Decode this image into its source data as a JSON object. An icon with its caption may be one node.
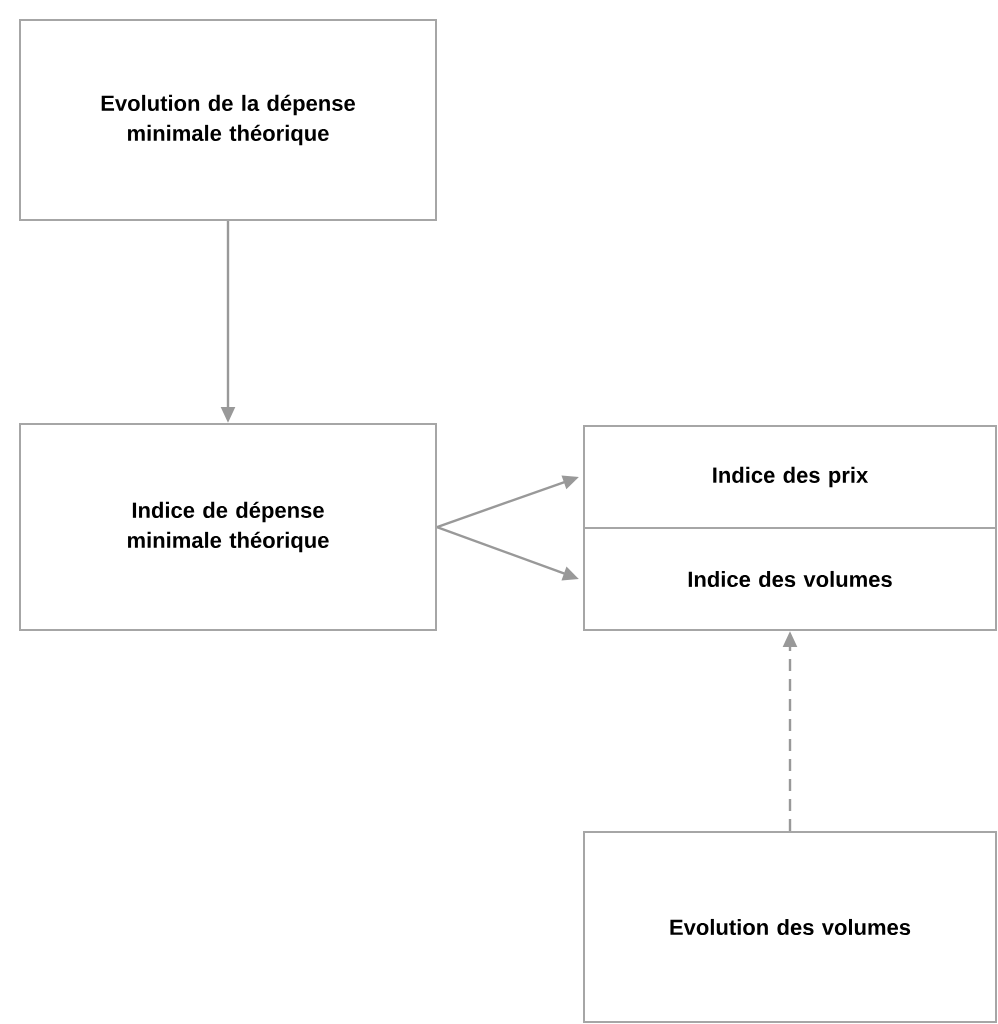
{
  "diagram": {
    "nodes": [
      {
        "text": [
          "Evolution de la dépense minimale théorique"
        ]
      },
      {
        "text": [
          "Indice de dépense minimale théorique"
        ]
      },
      {
        "text": [
          "Indice des prix"
        ]
      },
      {
        "text": [
          "Indice des volumes"
        ]
      },
      {
        "text": [
          "Evolution des volumes"
        ]
      }
    ],
    "edges": [
      {
        "from": 0,
        "to": 1,
        "arrow": "to"
      },
      {
        "from": 1,
        "to": 2,
        "arrow": "to"
      },
      {
        "from": 1,
        "to": 3,
        "arrow": "to"
      },
      {
        "from": 4,
        "to": 3,
        "arrow": "to",
        "style": "dashed"
      }
    ]
  }
}
